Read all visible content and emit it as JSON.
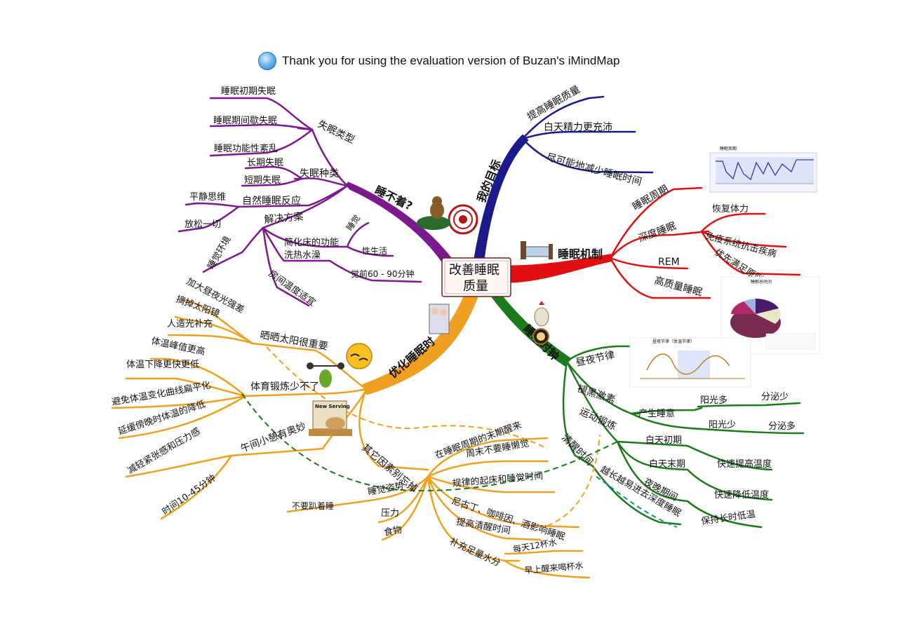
{
  "banner": "Thank you for using the evaluation version of Buzan's iMindMap",
  "colors": {
    "purple": "#7b1a8c",
    "blue": "#1a1a8c",
    "red": "#e01010",
    "green": "#1c7a1c",
    "orange": "#f0a020"
  },
  "center": {
    "line1": "改善睡眠",
    "line2": "质量"
  },
  "purple": {
    "main": "睡不着?",
    "insomnia_type": "失眠类型",
    "insomnia_type_items": [
      "睡眠初期失眠",
      "睡眠期间歇失眠",
      "睡眠功能性紊乱"
    ],
    "insomnia_kind": "失眠种类",
    "insomnia_kind_items": [
      "长期失眠",
      "短期失眠"
    ],
    "natural_reaction": "自然睡眠反应",
    "natural_items": [
      "平静思维",
      "放松一切"
    ],
    "solution": "解决方案",
    "environment": "睡觉环境",
    "simplify_bed": "简化床的功能",
    "bed_items": [
      "睡觉",
      "性生活"
    ],
    "hot_bath": "洗热水澡",
    "hot_bath_time": "觉前60 - 90分钟",
    "room_temp": "房间温度适宜"
  },
  "blue": {
    "main": "我的目标",
    "items": [
      "提高睡眠质量",
      "白天精力更充沛",
      "尽可能地减少睡眠时间"
    ]
  },
  "red": {
    "main": "睡眠机制",
    "cycle": "睡眠周期",
    "deep": "深度睡眠",
    "deep_items": [
      "恢复体力",
      "免疫系统抗击疾病",
      "优先满足原则"
    ],
    "rem": "REM",
    "quality": "高质量睡眠"
  },
  "green": {
    "main": "睡眠时钟",
    "day_night": "昼夜节律",
    "melatonin": "褪黑激素",
    "sleepy": "产生睡意",
    "sun_more": "阳光多",
    "secrete_less": "分泌少",
    "sun_less": "阳光少",
    "secrete_more": "分泌多",
    "exercise": "运动锻炼",
    "early_day": "白天初期",
    "raise_temp": "快速提高温度",
    "late_day": "白天末期",
    "lower_temp": "快速降低温度",
    "evening": "夜晚期间",
    "keep_low": "保持长时低温",
    "wake_time": "清醒时间",
    "deep_sleep_easier": "越长越易进去深度睡眠"
  },
  "orange": {
    "main": "优化睡眠时",
    "sunlight": "晒晒太阳很重要",
    "sunlight_items": [
      "加大昼夜光强差",
      "摘掉太阳镜",
      "人造光补充"
    ],
    "sport": "体育锻炼少不了",
    "sport_items": [
      "体温峰值更高",
      "体温下降更快更低",
      "避免体温变化曲线扁平化",
      "延缓傍晚时体温的降低"
    ],
    "nap": "午间小憩有奥妙",
    "nap_items": [
      "减轻紧张感和压力感",
      "时间10-45分钟"
    ],
    "other": "其它因素别忘掉",
    "posture": "睡觉姿势",
    "no_prone": "不要趴着睡",
    "pressure": "压力",
    "food": "食物",
    "other_items": [
      "在睡眠周期的末期醒来",
      "周末不要睡懒觉",
      "规律的起床和睡觉时间",
      "尼古丁、咖啡因、酒影响睡眠",
      "提高清醒时间"
    ],
    "water": "补充足量水分",
    "water_items": [
      "每天12杯水",
      "早上醒来喝杯水"
    ]
  },
  "figures": {
    "cycle_chart_title": "睡眠周期",
    "pie_title": "睡眠总时间",
    "rhythm_title": "昼夜节律（体温节律）",
    "serving_sign": "New Serving"
  }
}
